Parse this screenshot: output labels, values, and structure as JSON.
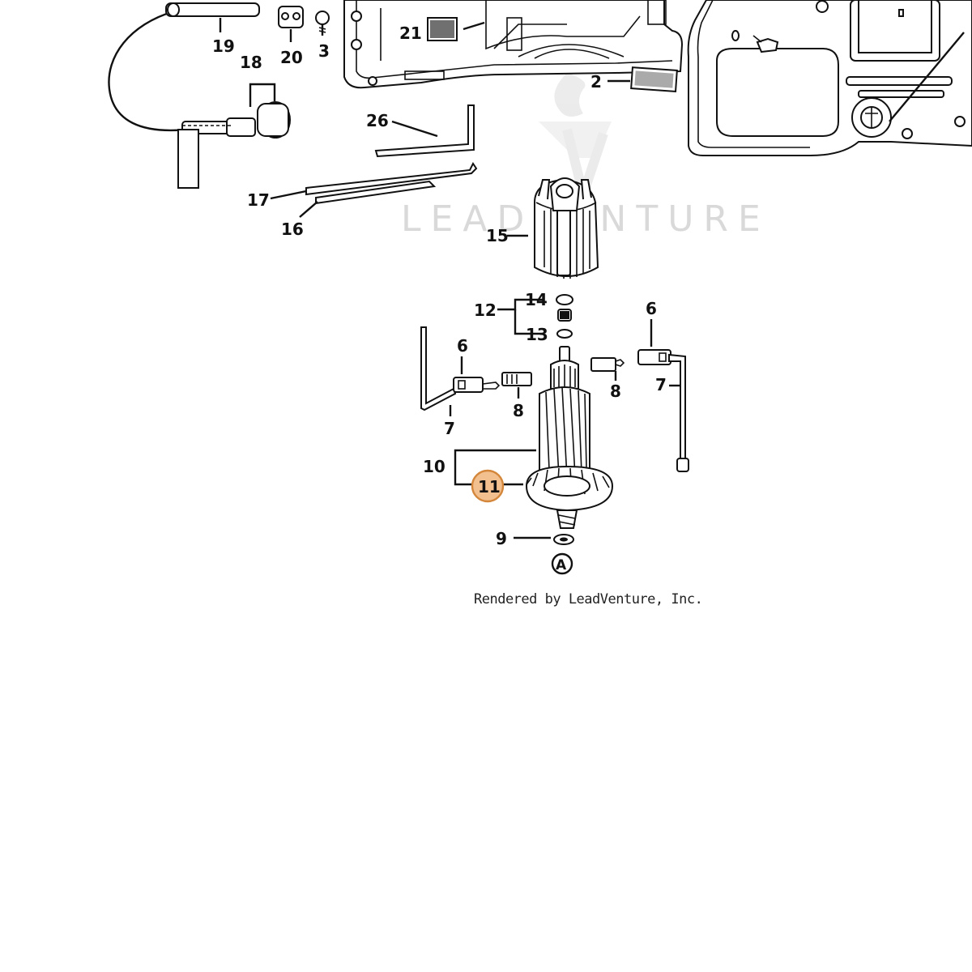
{
  "diagram": {
    "callouts": {
      "c19": "19",
      "c20": "20",
      "c3": "3",
      "c21": "21",
      "c2": "2",
      "c18": "18",
      "c26": "26",
      "c17": "17",
      "c16": "16",
      "c15": "15",
      "c12": "12",
      "c14": "14",
      "c13": "13",
      "c6a": "6",
      "c6b": "6",
      "c8a": "8",
      "c8b": "8",
      "c7a": "7",
      "c7b": "7",
      "c10": "10",
      "c11": "11",
      "c9": "9",
      "cA": "A"
    },
    "highlight_color": "#F2C08F",
    "highlight_border": "#D4863A",
    "watermark": "LEADVENTURE",
    "credit": "Rendered by LeadVenture, Inc."
  }
}
